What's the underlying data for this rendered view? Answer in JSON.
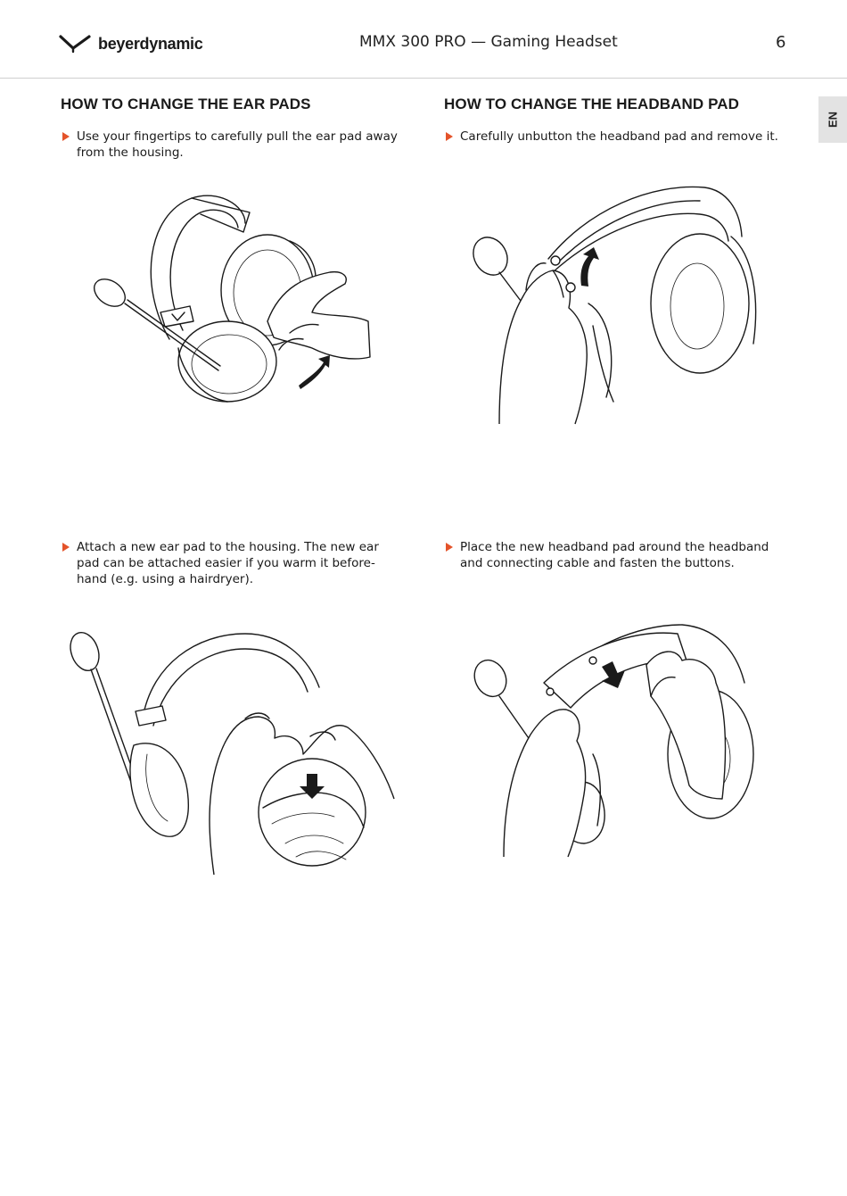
{
  "header": {
    "brand": "beyerdynamic",
    "doc_title": "MMX 300 PRO — Gaming Headset",
    "page_number": "6",
    "language_tab": "EN"
  },
  "sections": {
    "ear_pads": {
      "title": "HOW TO CHANGE THE EAR PADS",
      "step1_lines": [
        "Use your fingertips to carefully pull the ear pad away",
        "from the housing."
      ],
      "step2_lines": [
        "Attach a new ear pad to the housing. The new ear",
        "pad can be attached easier if you warm it before-",
        "hand (e.g. using a hairdryer)."
      ]
    },
    "headband_pad": {
      "title": "HOW TO CHANGE THE HEADBAND PAD",
      "step1_lines": [
        "Carefully unbutton the headband pad and remove it."
      ],
      "step2_lines": [
        "Place the new headband pad around the headband",
        "and connecting cable and fasten the buttons."
      ]
    }
  },
  "colors": {
    "accent": "#e4532a",
    "text": "#1a1a1a",
    "tab_background": "#e3e3e3",
    "rule": "#cfcfcf"
  },
  "icons": {
    "logo": "beyerdynamic-logo-icon",
    "bullet": "triangle-bullet-icon"
  }
}
